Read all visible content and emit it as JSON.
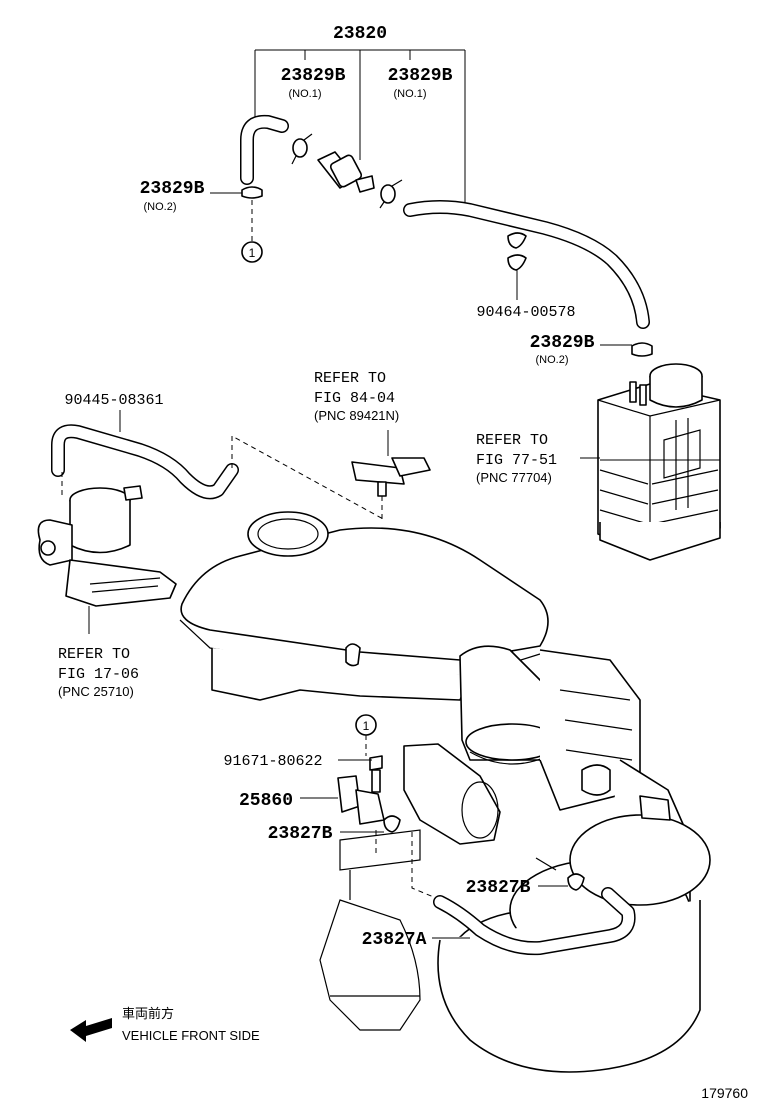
{
  "labels": {
    "p23820": "23820",
    "p23829b_top_left": "23829B",
    "p23829b_top_left_sub": "(NO.1)",
    "p23829b_top_right": "23829B",
    "p23829b_top_right_sub": "(NO.1)",
    "p23829b_left": "23829B",
    "p23829b_left_sub": "(NO.2)",
    "p90464": "90464-00578",
    "p23829b_right": "23829B",
    "p23829b_right_sub": "(NO.2)",
    "p90445": "90445-08361",
    "ref8404_l1": "REFER TO",
    "ref8404_l2": "FIG 84-04",
    "ref8404_l3": "(PNC 89421N)",
    "ref7751_l1": "REFER TO",
    "ref7751_l2": "FIG 77-51",
    "ref7751_l3": "(PNC 77704)",
    "ref1706_l1": "REFER TO",
    "ref1706_l2": "FIG 17-06",
    "ref1706_l3": "(PNC 25710)",
    "p91671": "91671-80622",
    "p25860": "25860",
    "p23827b_left": "23827B",
    "p23827b_right": "23827B",
    "p23827a": "23827A",
    "marker_1_top": "1",
    "marker_1_bottom": "1",
    "front_jp": "車両前方",
    "front_en": "VEHICLE FRONT SIDE",
    "figure_no": "179760"
  }
}
